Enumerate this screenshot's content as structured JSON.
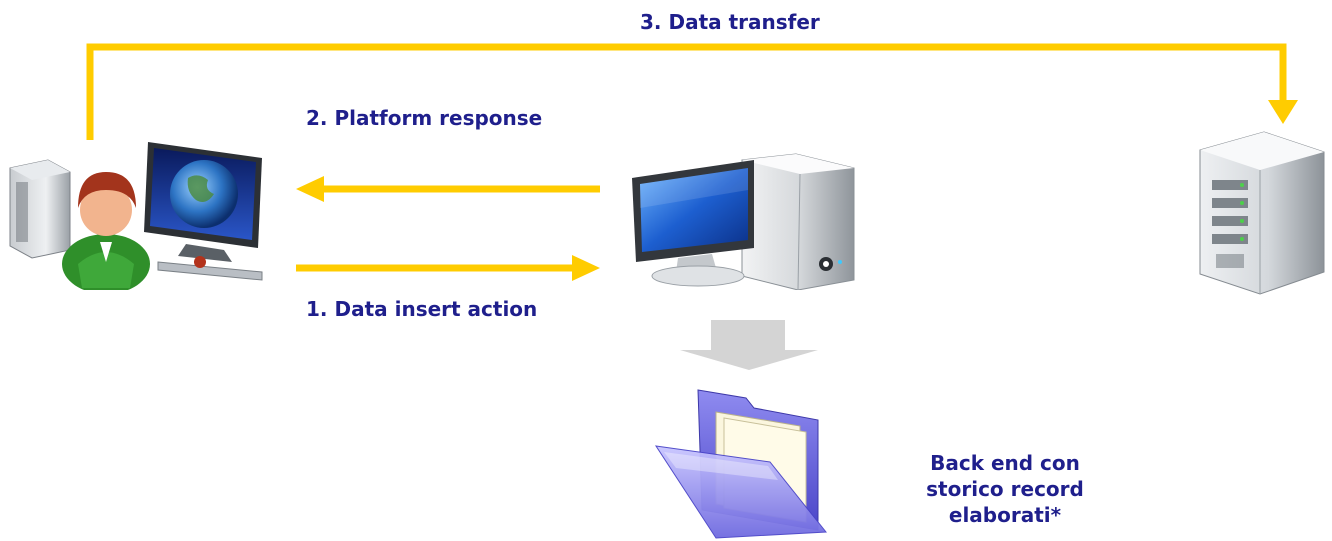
{
  "labels": {
    "data_transfer": "3. Data transfer",
    "platform_response": "2. Platform response",
    "data_insert": "1. Data insert action",
    "backend": "Back end con storico record elaborati*"
  },
  "colors": {
    "arrow": "#ffcc00",
    "text": "#1f1f8c",
    "down_arrow": "#d4d4d4"
  },
  "icons": {
    "user_workstation": "user-workstation-icon",
    "platform_server": "desktop-computer-icon",
    "remote_server": "server-tower-icon",
    "backend_folder": "folder-icon"
  }
}
